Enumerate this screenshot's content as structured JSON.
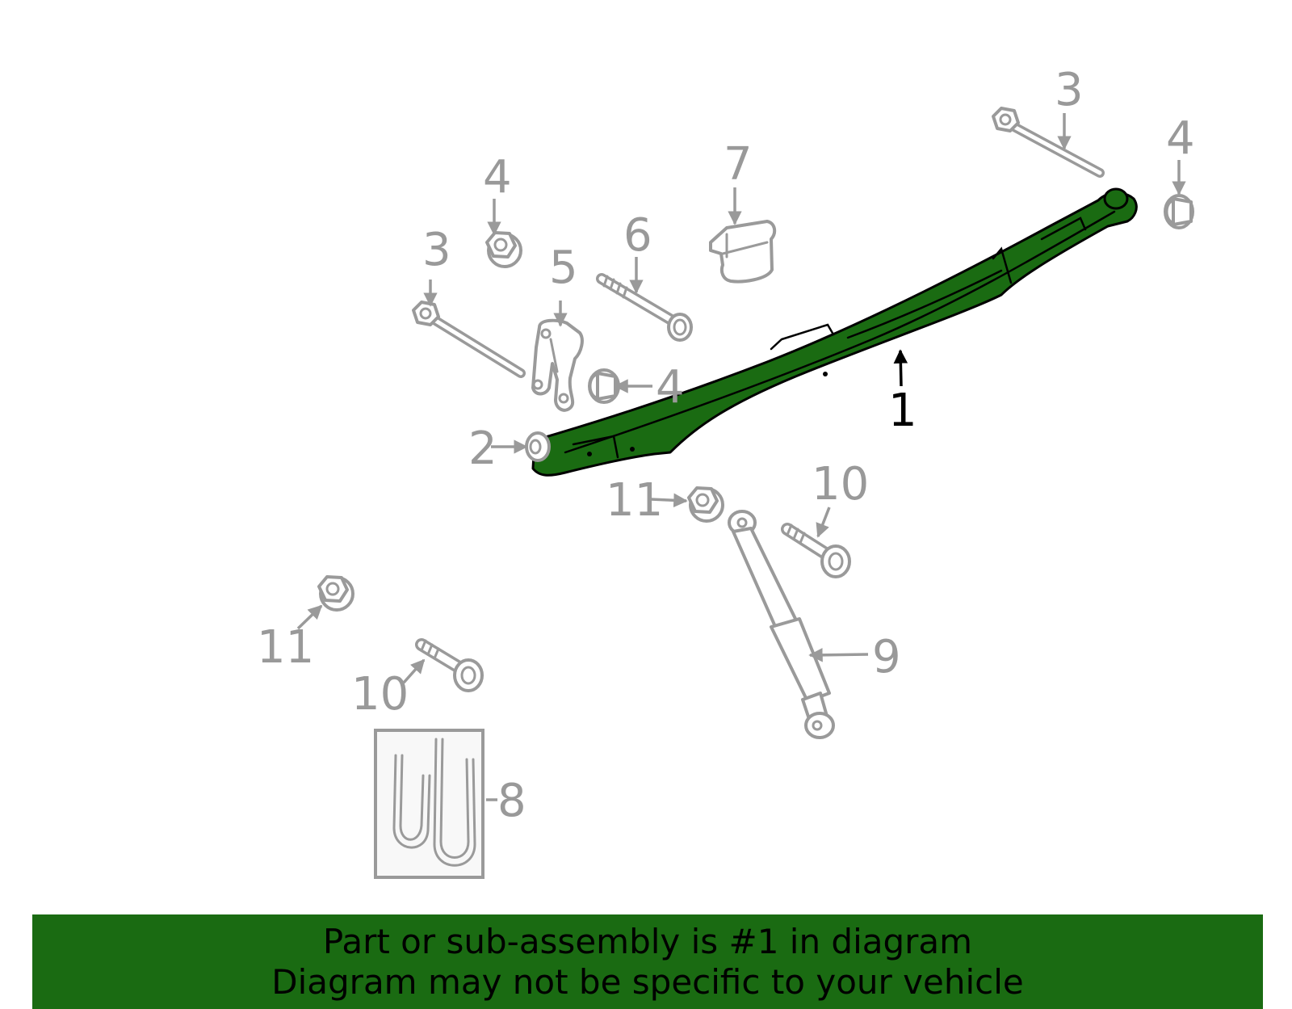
{
  "diagram": {
    "highlight_color": "#1a6b12",
    "part_color": "#9a9a9a",
    "callouts": {
      "leaf_spring": "1",
      "bushing": "2",
      "bolt_a": "3",
      "bolt_b": "3",
      "nut_a": "4",
      "nut_b": "4",
      "nut_c": "4",
      "shackle": "5",
      "shackle_bolt": "6",
      "bump_stop": "7",
      "u_bolt": "8",
      "shock_absorber": "9",
      "shock_bolt_upper": "10",
      "shock_bolt_lower": "10",
      "shock_nut_upper": "11",
      "shock_nut_lower": "11"
    }
  },
  "banner": {
    "line1": "Part or sub-assembly is #1 in diagram",
    "line2": "Diagram may not be specific to your vehicle"
  }
}
